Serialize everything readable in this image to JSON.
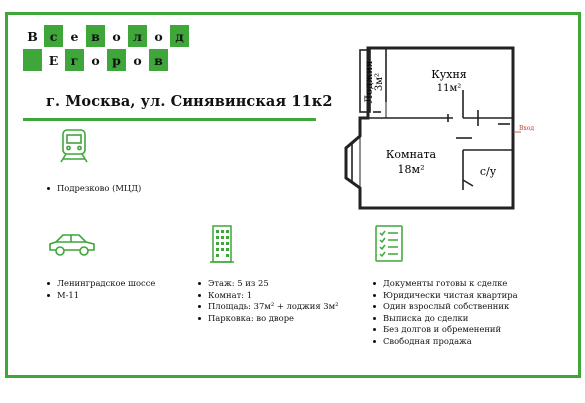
{
  "logo": {
    "row1": [
      "В",
      "с",
      "е",
      "в",
      "о",
      "л",
      "о",
      "д"
    ],
    "row2": [
      "Е",
      "г",
      "о",
      "р",
      "о",
      "в"
    ]
  },
  "address": "г. Москва, ул. Синявинская 11к2",
  "plan": {
    "loggia": "Лоджия",
    "loggia_area": "3м²",
    "kitchen": "Кухня",
    "kitchen_area": "11м²",
    "room": "Комната",
    "room_area": "18м²",
    "bath": "с/у",
    "entrance": "Вход"
  },
  "transport": {
    "icon": "train-icon",
    "items": [
      "Подрезково (МЦД)"
    ]
  },
  "roads": {
    "icon": "car-icon",
    "items": [
      "Ленинградское шоссе",
      "М-11"
    ]
  },
  "building": {
    "icon": "building-icon",
    "items": [
      "Этаж: 5 из 25",
      "Комнат: 1",
      "Площадь: 37м² + лоджия 3м²",
      "Парковка: во дворе"
    ]
  },
  "documents": {
    "icon": "checklist-icon",
    "items": [
      "Документы готовы к сделке",
      "Юридически чистая квартира",
      "Один взрослый собственник",
      "Выписка до сделки",
      "Без долгов и обременений",
      "Свободная продажа"
    ]
  },
  "colors": {
    "accent": "#3fa63a",
    "entrance": "#c0392b"
  }
}
